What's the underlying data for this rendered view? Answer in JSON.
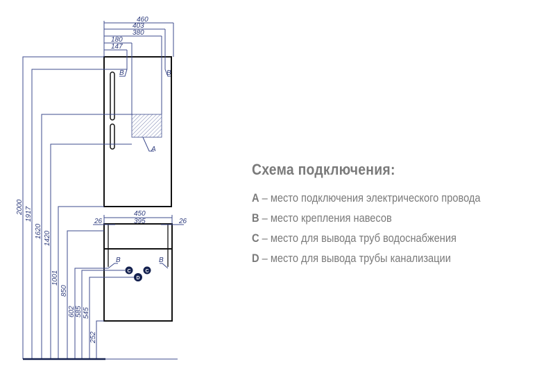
{
  "legend": {
    "title": "Схема подключения:",
    "items": [
      {
        "key": "A",
        "text": " – место подключения электрического провода"
      },
      {
        "key": "B",
        "text": " – место крепления навесов"
      },
      {
        "key": "C",
        "text": " – место для вывода труб водоснабжения"
      },
      {
        "key": "D",
        "text": " – место для вывода трубы канализации"
      }
    ]
  },
  "dimensions": {
    "upper_widths": [
      "460",
      "403",
      "380",
      "180",
      "147"
    ],
    "heights": [
      "2000",
      "1917",
      "1620",
      "1420",
      "1001",
      "850",
      "602",
      "585",
      "545",
      "252"
    ],
    "lower_widths": [
      "450",
      "395",
      "26",
      "26"
    ]
  },
  "markers": {
    "a": "A",
    "b": "B",
    "c": "C",
    "d": "D"
  },
  "colors": {
    "line": "#3d4b8c",
    "marker": "#14214f",
    "text": "#7a7a7a"
  }
}
